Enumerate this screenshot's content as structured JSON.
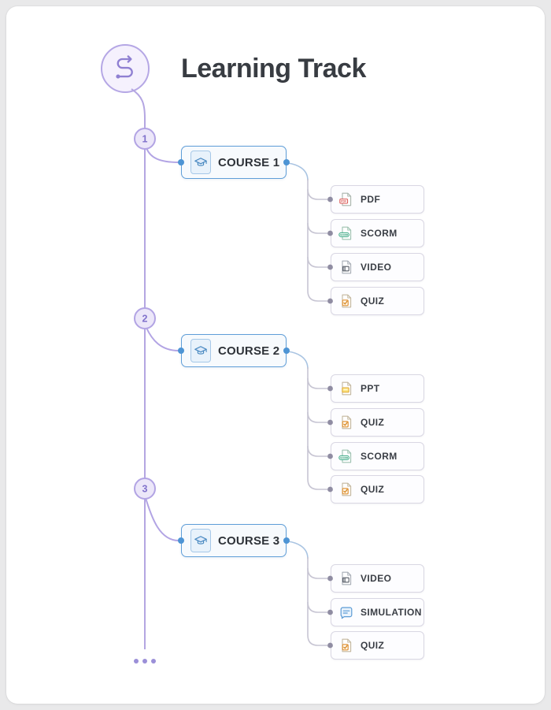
{
  "page": {
    "title": "Learning Track"
  },
  "track": {
    "header_icon": "route-icon",
    "courses": [
      {
        "step": "1",
        "label": "COURSE 1",
        "icon": "graduation-cap-icon",
        "items": [
          {
            "label": "PDF",
            "icon": "pdf-file-icon"
          },
          {
            "label": "SCORM",
            "icon": "scorm-file-icon"
          },
          {
            "label": "VIDEO",
            "icon": "video-file-icon"
          },
          {
            "label": "QUIZ",
            "icon": "quiz-file-icon"
          }
        ]
      },
      {
        "step": "2",
        "label": "COURSE 2",
        "icon": "graduation-cap-icon",
        "items": [
          {
            "label": "PPT",
            "icon": "ppt-file-icon"
          },
          {
            "label": "QUIZ",
            "icon": "quiz-file-icon"
          },
          {
            "label": "SCORM",
            "icon": "scorm-file-icon"
          },
          {
            "label": "QUIZ",
            "icon": "quiz-file-icon"
          }
        ]
      },
      {
        "step": "3",
        "label": "COURSE 3",
        "icon": "graduation-cap-icon",
        "items": [
          {
            "label": "VIDEO",
            "icon": "video-file-icon"
          },
          {
            "label": "SIMULATION",
            "icon": "simulation-icon"
          },
          {
            "label": "QUIZ",
            "icon": "quiz-file-icon"
          }
        ]
      }
    ],
    "more_indicator_icon": "ellipsis-dots-icon"
  },
  "colors": {
    "accent_purple": "#b2a4e4",
    "step_number": "#8071cc",
    "accent_blue": "#4d94d4",
    "course_border": "#5f9ed8",
    "connector_gray": "#c7c5d3",
    "node_dot_gray": "#8f8ca2",
    "item_border": "#d9d7e3",
    "title_text": "#383c42",
    "card_background": "#ffffff",
    "page_background": "#e9e9ea"
  }
}
